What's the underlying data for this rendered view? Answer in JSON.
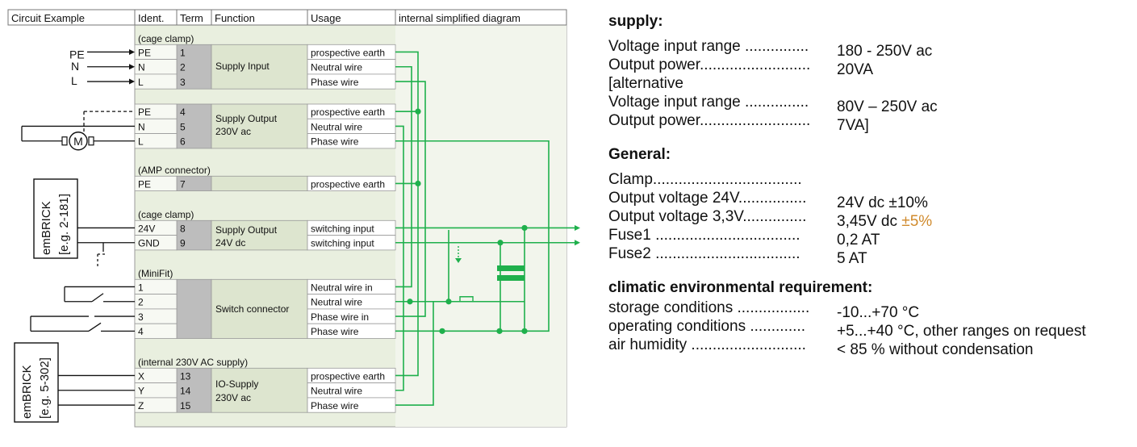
{
  "table": {
    "headers": [
      "Circuit Example",
      "Ident.",
      "Term",
      "Function",
      "Usage",
      "internal simplified diagram"
    ],
    "groups": [
      {
        "label": "(cage clamp)",
        "rows": [
          {
            "ident": "PE",
            "term": "1",
            "usage": "prospective earth"
          },
          {
            "ident": "N",
            "term": "2",
            "usage": "Neutral wire"
          },
          {
            "ident": "L",
            "term": "3",
            "usage": "Phase wire"
          }
        ]
      },
      {
        "label": "",
        "rows": [
          {
            "ident": "PE",
            "term": "4",
            "usage": "prospective earth"
          },
          {
            "ident": "N",
            "term": "5",
            "usage": "Neutral wire"
          },
          {
            "ident": "L",
            "term": "6",
            "usage": "Phase wire"
          }
        ]
      },
      {
        "label": "(AMP connector)",
        "rows": [
          {
            "ident": "PE",
            "term": "7",
            "usage": "prospective earth"
          }
        ]
      },
      {
        "label": "(cage clamp)",
        "rows": [
          {
            "ident": "24V",
            "term": "8",
            "usage": "switching input"
          },
          {
            "ident": "GND",
            "term": "9",
            "usage": "switching input"
          }
        ]
      },
      {
        "label": "(MiniFit)",
        "rows": [
          {
            "ident": "1",
            "term": "",
            "usage": "Neutral wire in"
          },
          {
            "ident": "2",
            "term": "",
            "usage": "Neutral wire"
          },
          {
            "ident": "3",
            "term": "",
            "usage": "Phase wire in"
          },
          {
            "ident": "4",
            "term": "",
            "usage": "Phase wire"
          }
        ]
      },
      {
        "label": "(internal 230V AC supply)",
        "rows": [
          {
            "ident": "X",
            "term": "13",
            "usage": "prospective earth"
          },
          {
            "ident": "Y",
            "term": "14",
            "usage": "Neutral wire"
          },
          {
            "ident": "Z",
            "term": "15",
            "usage": "Phase wire"
          }
        ]
      }
    ],
    "functions": {
      "supply_input": "Supply Input",
      "supply_output_ac": [
        "Supply Output",
        "230V ac"
      ],
      "supply_output_dc": [
        "Supply Output",
        "24V dc"
      ],
      "switch_connector": "Switch connector",
      "io_supply": [
        "IO-Supply",
        "230V ac"
      ]
    }
  },
  "circuit": {
    "input_labels": [
      "PE",
      "N",
      "L"
    ],
    "motor_label": "M",
    "embrick_1": [
      "emBRICK",
      "[e.g. 2-181]"
    ],
    "embrick_2": [
      "emBRICK",
      "[e.g. 5-302]"
    ]
  },
  "specs": {
    "supply": {
      "title": "supply:",
      "lines": [
        {
          "label": "Voltage input range ...............",
          "value": "180 - 250V ac"
        },
        {
          "label": "Output power..........................",
          "value": "20VA"
        },
        {
          "label": "[alternative",
          "value": ""
        },
        {
          "label": "Voltage input range ...............",
          "value": "80V – 250V ac"
        },
        {
          "label": "Output power..........................",
          "value": "7VA]"
        }
      ]
    },
    "general": {
      "title": "General:",
      "lines": [
        {
          "label": "Clamp...................................",
          "value": ""
        },
        {
          "label": "Output voltage 24V................",
          "value": "24V dc ±10%"
        },
        {
          "label": "Output voltage 3,3V...............",
          "value": "3,45V dc ",
          "accent": "±5%"
        },
        {
          "label": "Fuse1  ..................................",
          "value": "0,2 AT"
        },
        {
          "label": "Fuse2  ..................................",
          "value": "5 AT"
        }
      ]
    },
    "climatic": {
      "title": "climatic environmental requirement:",
      "lines": [
        {
          "label": "storage conditions  .................",
          "value": "-10...+70 °C"
        },
        {
          "label": "operating conditions  .............",
          "value": "+5...+40 °C, other ranges on request"
        },
        {
          "label": "air humidity  ...........................",
          "value": "< 85 % without condensation"
        }
      ]
    }
  },
  "colors": {
    "wire": "#1fb04c",
    "panel": "#e9efdf",
    "term_fill": "#bdbdbd",
    "accent": "#d08a2c"
  }
}
